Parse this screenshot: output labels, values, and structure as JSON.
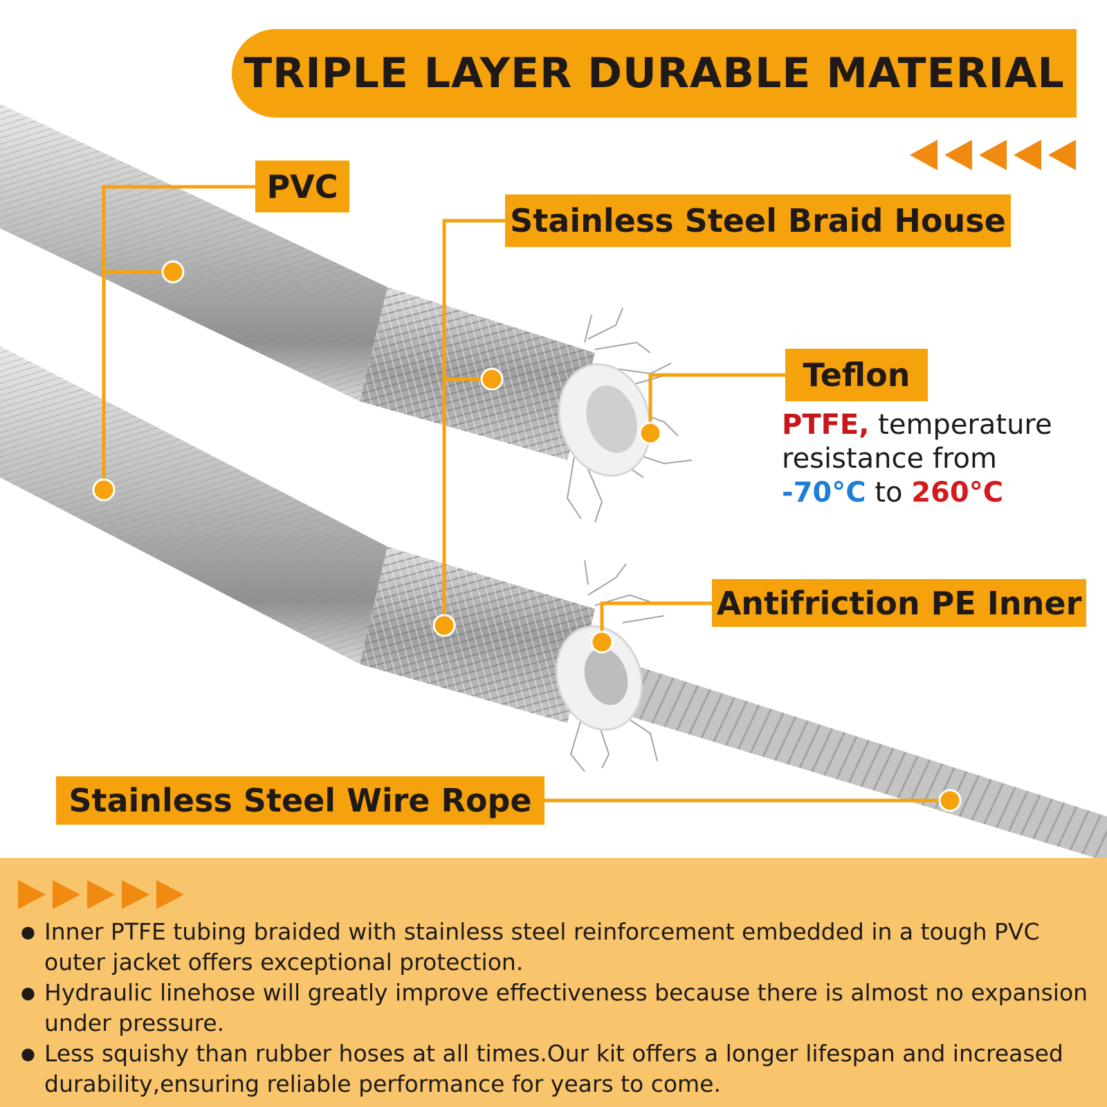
{
  "header": {
    "title": "TRIPLE LAYER DURABLE MATERIAL"
  },
  "labels": {
    "pvc": "PVC",
    "braid": "Stainless Steel Braid House",
    "teflon": "Teflon",
    "pe_inner": "Antifriction PE Inner",
    "wire_rope": "Stainless Steel Wire Rope"
  },
  "teflon_desc": {
    "ptfe": "PTFE,",
    "text1": " temperature resistance  from",
    "cold": "-70°C",
    "to": " to ",
    "hot": "260°C"
  },
  "bullets": [
    {
      "text": "Inner PTFE tubing braided with stainless steel reinforcement embedded in a tough PVC outer jacket offers exceptional protection."
    },
    {
      "text": "Hydraulic linehose will greatly improve effectiveness because there is almost no expansion under pressure."
    },
    {
      "text": "Less squishy than rubber hoses at all times.Our kit offers a longer lifespan and increased durability,ensuring reliable performance for years to come."
    }
  ],
  "colors": {
    "accent": "#f5a20c",
    "arrow": "#f08a10",
    "panel": "#f8c56c",
    "text_dark": "#1f1a17",
    "ptfe_red": "#c8161d",
    "cold_blue": "#1f7fd6",
    "hot_red": "#d41a1a"
  }
}
